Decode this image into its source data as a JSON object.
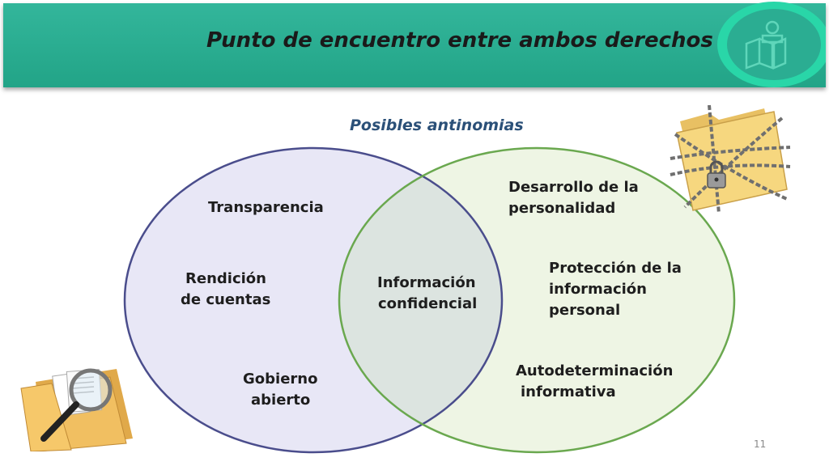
{
  "slide": {
    "title": "Punto de encuentro entre ambos derechos",
    "subtitle": "Posibles antinomias",
    "page_number": "11"
  },
  "venn": {
    "left_set": {
      "items": [
        "Transparencia",
        "Rendición",
        "de cuentas",
        "Gobierno",
        "abierto"
      ]
    },
    "intersection": {
      "items": [
        "Información",
        "confidencial"
      ]
    },
    "right_set": {
      "items": [
        "Desarrollo de la",
        "personalidad",
        "Protección de la",
        "información",
        "personal",
        "Autodeterminación",
        "informativa"
      ]
    }
  },
  "colors": {
    "banner": "#2bad92",
    "left_circle_fill": "#e8e7f6",
    "left_circle_stroke": "#4a4d8c",
    "right_circle_fill": "#eef5e4",
    "right_circle_stroke": "#6aa84f",
    "subtitle": "#2b5078"
  },
  "icons": [
    "person-book-logo-icon",
    "locked-folder-icon",
    "folder-magnifier-icon"
  ]
}
